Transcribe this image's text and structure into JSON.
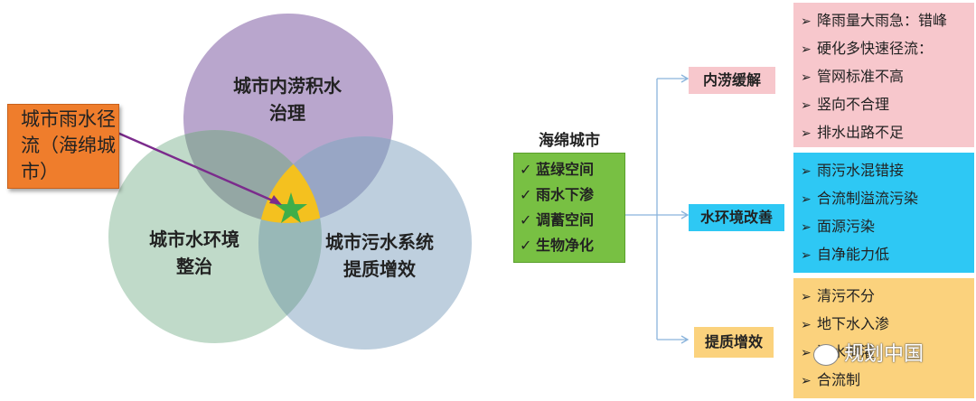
{
  "callout": {
    "text": "城市雨水径流（海绵城市）"
  },
  "venn": {
    "top": [
      "城市内涝积水",
      "治理"
    ],
    "left": [
      "城市水环境",
      "整治"
    ],
    "right": [
      "城市污水系统",
      "提质增效"
    ]
  },
  "hub": {
    "title": "海绵城市",
    "check": "✓",
    "items": [
      "蓝绿空间",
      "雨水下渗",
      "调蓄空间",
      "生物净化"
    ]
  },
  "branches": [
    {
      "label": "内涝缓解",
      "color": "#f7c7cc",
      "items": [
        "降雨量大雨急：错峰",
        "硬化多快速径流：",
        "管网标准不高",
        "竖向不合理",
        "排水出路不足"
      ]
    },
    {
      "label": "水环境改善",
      "color": "#2ec8f4",
      "items": [
        "雨污水混错接",
        "合流制溢流污染",
        "面源污染",
        "自净能力低"
      ]
    },
    {
      "label": "提质增效",
      "color": "#fbd27d",
      "items": [
        "清污不分",
        "地下水入渗",
        "河水倒灌",
        "合流制"
      ]
    }
  ],
  "bullet": "➢",
  "watermark": "规划中国",
  "colors": {
    "top_circle": "#b9a6cd",
    "left_circle": "#b5d4bf",
    "right_circle": "#aec3d6",
    "star": "#3fae49",
    "callout": "#ef7d2c",
    "hub_box": "#78c043",
    "connector": "#8ab4dc"
  }
}
